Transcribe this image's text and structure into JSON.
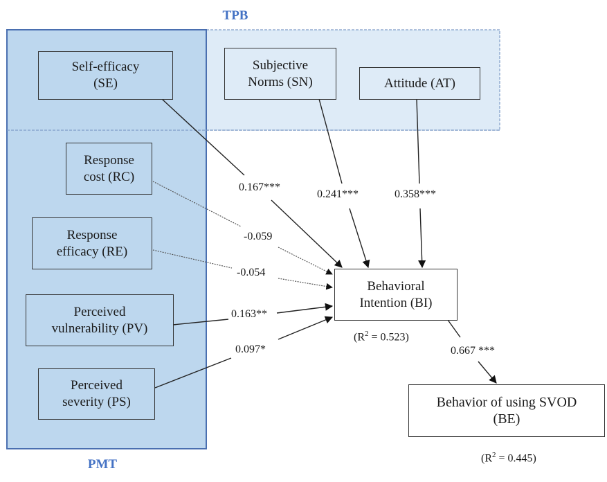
{
  "groups": {
    "tpb": {
      "title": "TPB",
      "fill": "#deebf7",
      "border": "#4a6fb0"
    },
    "pmt": {
      "title": "PMT",
      "fill": "#bdd7ee",
      "border": "#4a6fb0"
    }
  },
  "title_color": "#4472c4",
  "nodes": {
    "se": {
      "label": "Self-efficacy\n(SE)",
      "group": "PMT"
    },
    "sn": {
      "label": "Subjective\nNorms (SN)",
      "group": "TPB"
    },
    "at": {
      "label": "Attitude (AT)",
      "group": "TPB"
    },
    "rc": {
      "label": "Response\ncost (RC)",
      "group": "PMT"
    },
    "re": {
      "label": "Response\nefficacy (RE)",
      "group": "PMT"
    },
    "pv": {
      "label": "Perceived\nvulnerability (PV)",
      "group": "PMT"
    },
    "ps": {
      "label": "Perceived\nseverity (PS)",
      "group": "PMT"
    },
    "bi": {
      "label": "Behavioral\nIntention (BI)",
      "r2_prefix": "(R",
      "r2_sup": "2",
      "r2_value": " = 0.523)"
    },
    "be": {
      "label": "Behavior of using SVOD\n(BE)",
      "r2_prefix": "(R",
      "r2_sup": "2",
      "r2_value": " = 0.445)"
    }
  },
  "edges": [
    {
      "from": "SE",
      "to": "BI",
      "coefficient": "0.167***",
      "significant": true
    },
    {
      "from": "SN",
      "to": "BI",
      "coefficient": "0.241***",
      "significant": true
    },
    {
      "from": "AT",
      "to": "BI",
      "coefficient": "0.358***",
      "significant": true
    },
    {
      "from": "RC",
      "to": "BI",
      "coefficient": "-0.059",
      "significant": false
    },
    {
      "from": "RE",
      "to": "BI",
      "coefficient": "-0.054",
      "significant": false
    },
    {
      "from": "PV",
      "to": "BI",
      "coefficient": "0.163**",
      "significant": true
    },
    {
      "from": "PS",
      "to": "BI",
      "coefficient": "0.097*",
      "significant": true
    },
    {
      "from": "BI",
      "to": "BE",
      "coefficient": "0.667 ***",
      "significant": true
    }
  ]
}
